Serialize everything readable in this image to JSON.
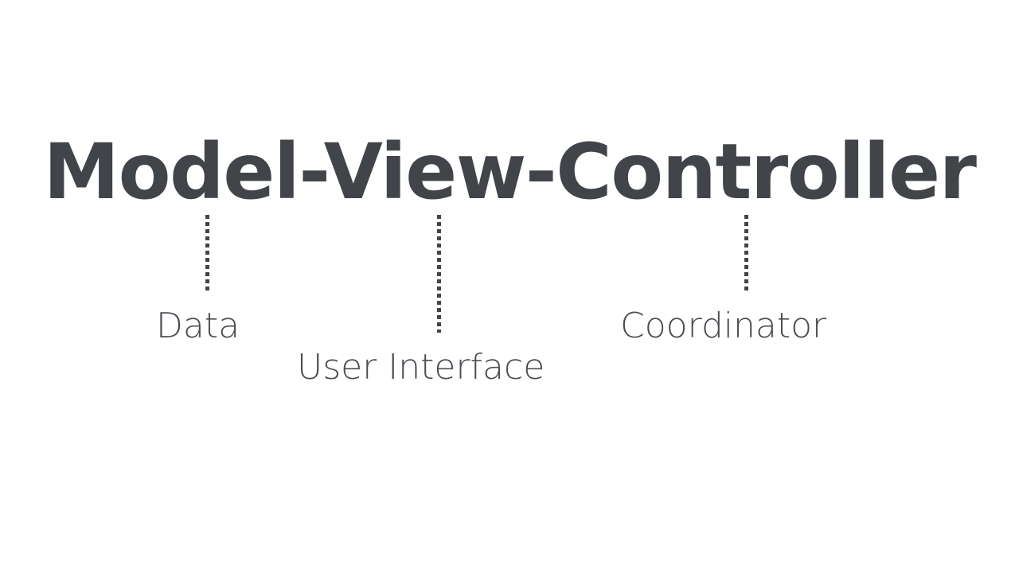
{
  "slide": {
    "background_color": "#ffffff",
    "title": "Model-View-Controller",
    "title_color": "#41454a",
    "caption_color": "#4a4e53",
    "leader_color": "#41454a",
    "parts": [
      {
        "term": "Model",
        "caption": "Data",
        "leader": "dotted-vertical-line"
      },
      {
        "term": "View",
        "caption": "User Interface",
        "leader": "dotted-vertical-line"
      },
      {
        "term": "Controller",
        "caption": "Coordinator",
        "leader": "dotted-vertical-line"
      }
    ]
  }
}
